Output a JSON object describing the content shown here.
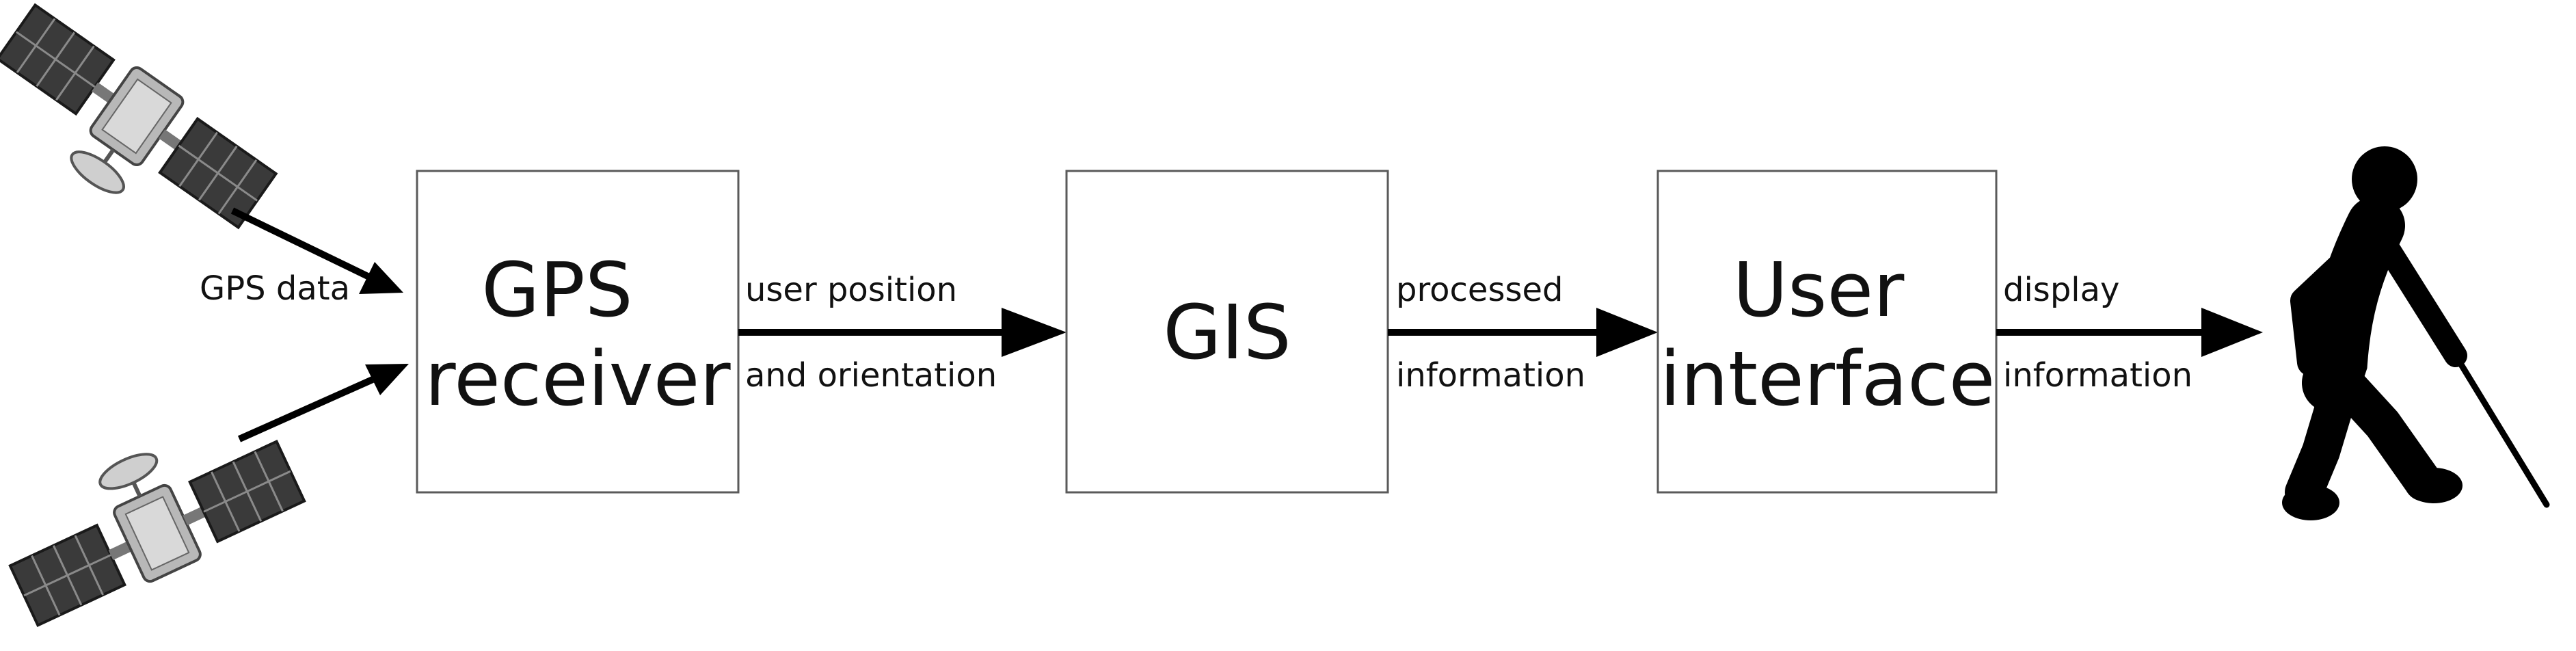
{
  "diagram": {
    "nodes": {
      "gps_receiver": {
        "line1": "GPS",
        "line2": "receiver"
      },
      "gis": {
        "label": "GIS"
      },
      "user_interface": {
        "line1": "User",
        "line2": "interface"
      }
    },
    "edges": {
      "satellites_to_receiver": {
        "label": "GPS data"
      },
      "receiver_to_gis": {
        "line1": "user position",
        "line2": "and orientation"
      },
      "gis_to_ui": {
        "line1": "processed",
        "line2": "information"
      },
      "ui_to_user": {
        "line1": "display",
        "line2": "information"
      }
    },
    "icons": {
      "satellite_top": "satellite-icon",
      "satellite_bottom": "satellite-icon",
      "user": "blind-person-with-cane-icon"
    }
  }
}
